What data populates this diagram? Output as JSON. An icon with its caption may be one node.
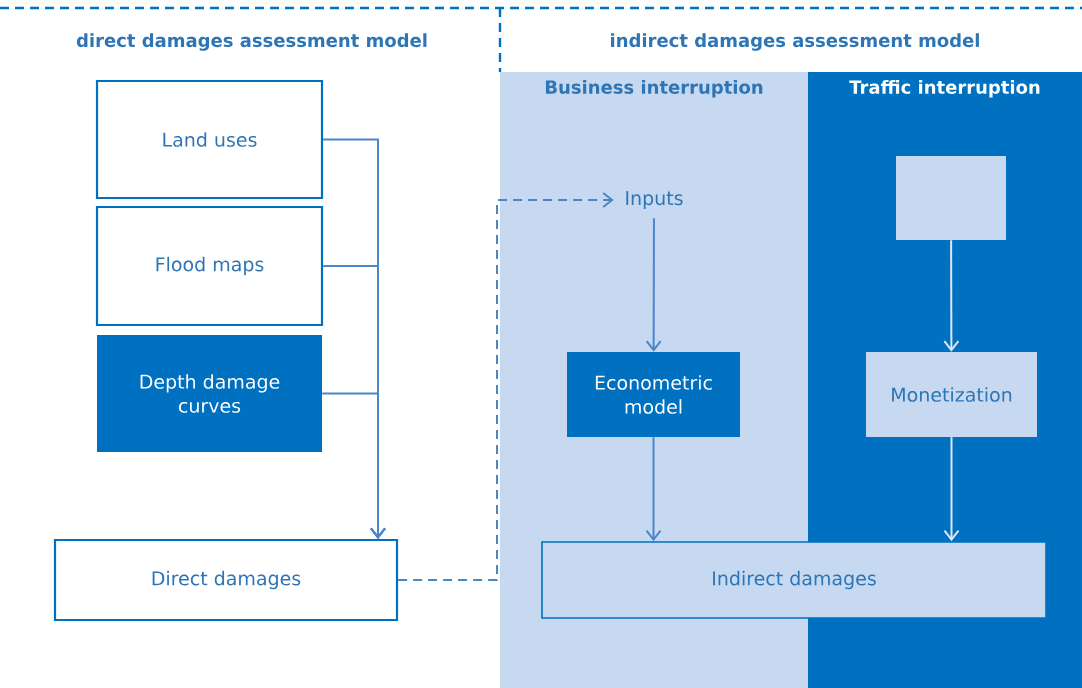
{
  "diagram": {
    "nodes": [
      {
        "text": [
          "Land uses"
        ]
      },
      {
        "text": [
          "Flood maps"
        ]
      },
      {
        "text": [
          "Depth damage curves"
        ]
      },
      {
        "text": [
          "Direct damages"
        ]
      },
      {
        "text": [
          "Business interruption"
        ]
      },
      {
        "text": [
          "Traffic interruption"
        ]
      },
      {
        "text": [
          "Inputs"
        ],
        "in": 4
      },
      {
        "text": [
          "Econometric model"
        ],
        "in": 4
      },
      {
        "text": [],
        "shape": "box",
        "in": 5
      },
      {
        "text": [
          "Monetization"
        ],
        "in": 5
      },
      {
        "text": [
          "Indirect damages"
        ]
      }
    ],
    "edges": [
      {
        "from": 0,
        "to": 3,
        "arrow": "to"
      },
      {
        "from": 1,
        "to": 3,
        "arrow": "to"
      },
      {
        "from": 2,
        "to": 3,
        "arrow": "to"
      },
      {
        "from": 3,
        "to": 6,
        "arrow": "to",
        "style": "dashed"
      },
      {
        "from": 6,
        "to": 7,
        "arrow": "to"
      },
      {
        "from": 7,
        "to": 10,
        "arrow": "to"
      },
      {
        "from": 8,
        "to": 9,
        "arrow": "to",
        "color": "#dce6f4"
      },
      {
        "from": 9,
        "to": 10,
        "arrow": "to",
        "color": "#dce6f4"
      }
    ],
    "labels": [
      "direct damages assessment model",
      "indirect damages assessment model"
    ]
  }
}
